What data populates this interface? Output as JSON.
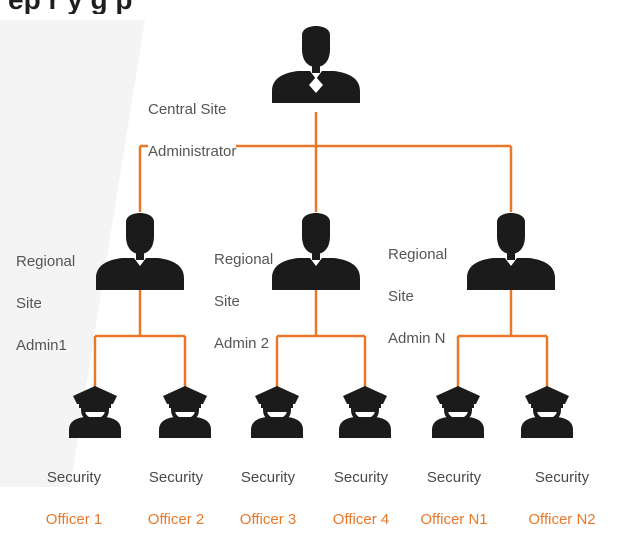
{
  "title": "ep  r  y   g   p",
  "colors": {
    "connector": "#e8782a",
    "figure": "#1b1b1b",
    "background_band": "#f4f4f4",
    "label_text": "#555555",
    "officer_label_accent": "#e8782a"
  },
  "central": {
    "line1": "Central Site",
    "line2": "Administrator",
    "icon": "admin-figure-icon"
  },
  "regional": [
    {
      "line1": "Regional",
      "line2": "Site",
      "line3": "Admin1",
      "icon": "person-figure-icon"
    },
    {
      "line1": "Regional",
      "line2": "Site",
      "line3": "Admin 2",
      "icon": "person-figure-icon"
    },
    {
      "line1": "Regional",
      "line2": "Site",
      "line3": "Admin N",
      "icon": "person-figure-icon"
    }
  ],
  "officers": [
    {
      "line1": "Security",
      "line2": "Officer 1",
      "icon": "security-officer-icon"
    },
    {
      "line1": "Security",
      "line2": "Officer 2",
      "icon": "security-officer-icon"
    },
    {
      "line1": "Security",
      "line2": "Officer 3",
      "icon": "security-officer-icon"
    },
    {
      "line1": "Security",
      "line2": "Officer 4",
      "icon": "security-officer-icon"
    },
    {
      "line1": "Security",
      "line2": "Officer N1",
      "icon": "security-officer-icon"
    },
    {
      "line1": "Security",
      "line2": "Officer N2",
      "icon": "security-officer-icon"
    }
  ]
}
